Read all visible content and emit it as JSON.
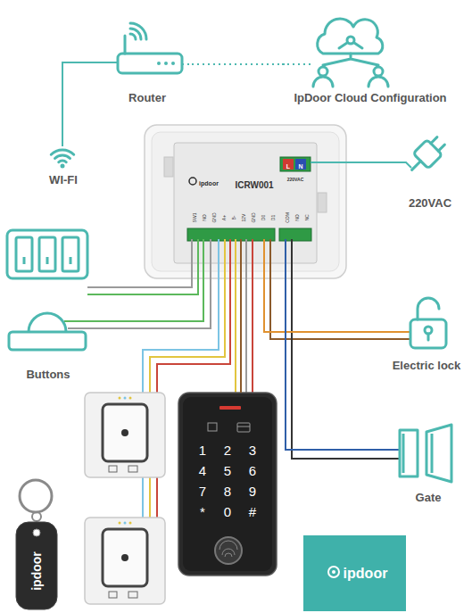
{
  "diagram": {
    "nodes": [
      {
        "text": [
          "Router"
        ]
      },
      {
        "text": [
          "IpDoor Cloud Configuration"
        ]
      },
      {
        "text": [
          "WI-FI"
        ]
      },
      {
        "text": [
          "ICRW001"
        ]
      },
      {
        "text": [
          "220VAC"
        ]
      },
      {
        "text": [
          "Buttons"
        ]
      },
      {
        "text": [
          "Electric lock"
        ]
      },
      {
        "text": [
          "1",
          "2",
          "3",
          "4",
          "5",
          "6",
          "7",
          "8",
          "9",
          "*",
          "0",
          "#"
        ]
      },
      {
        "text": [
          "Gate"
        ]
      },
      {
        "text": [
          "ipdoor"
        ]
      },
      {
        "text": [
          "ipdoor"
        ]
      }
    ],
    "edges": [
      {
        "from": 0,
        "to": 1,
        "arrow": "none"
      },
      {
        "from": 0,
        "to": 2,
        "arrow": "none"
      },
      {
        "from": 3,
        "to": 4,
        "arrow": "none"
      },
      {
        "from": 3,
        "to": 5,
        "arrow": "none"
      },
      {
        "from": 3,
        "to": 6,
        "arrow": "none"
      },
      {
        "from": 3,
        "to": 7,
        "arrow": "none"
      },
      {
        "from": 3,
        "to": 8,
        "arrow": "none"
      }
    ],
    "labels": [
      "ipdoor",
      "L",
      "N",
      "220VAC",
      "SW1",
      "NO",
      "GND",
      "A+",
      "B-",
      "12V",
      "GND",
      "D0",
      "D1",
      "COM",
      "NO",
      "NC"
    ]
  }
}
